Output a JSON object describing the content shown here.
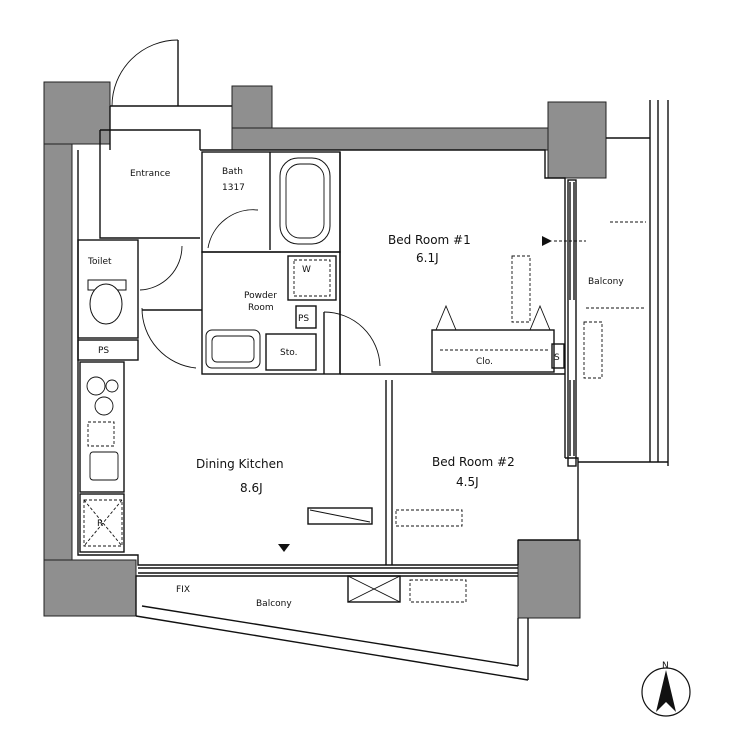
{
  "rooms": {
    "entrance": "Entrance",
    "bath": "Bath",
    "bath_size": "1317",
    "toilet": "Toilet",
    "ps_toilet": "PS",
    "powder_room_line1": "Powder",
    "powder_room_line2": "Room",
    "ps_powder": "PS",
    "bed1_name": "Bed Room #1",
    "bed1_size": "6.1J",
    "bed2_name": "Bed Room #2",
    "bed2_size": "4.5J",
    "dk_name": "Dining Kitchen",
    "dk_size": "8.6J",
    "clo": "Clo.",
    "balcony_right": "Balcony",
    "balcony_bottom": "Balcony",
    "fix_label": "FIX",
    "sto_label": "Sto.",
    "refrigerator": "R",
    "washer": "W",
    "ps_small": "S",
    "north": "N"
  }
}
